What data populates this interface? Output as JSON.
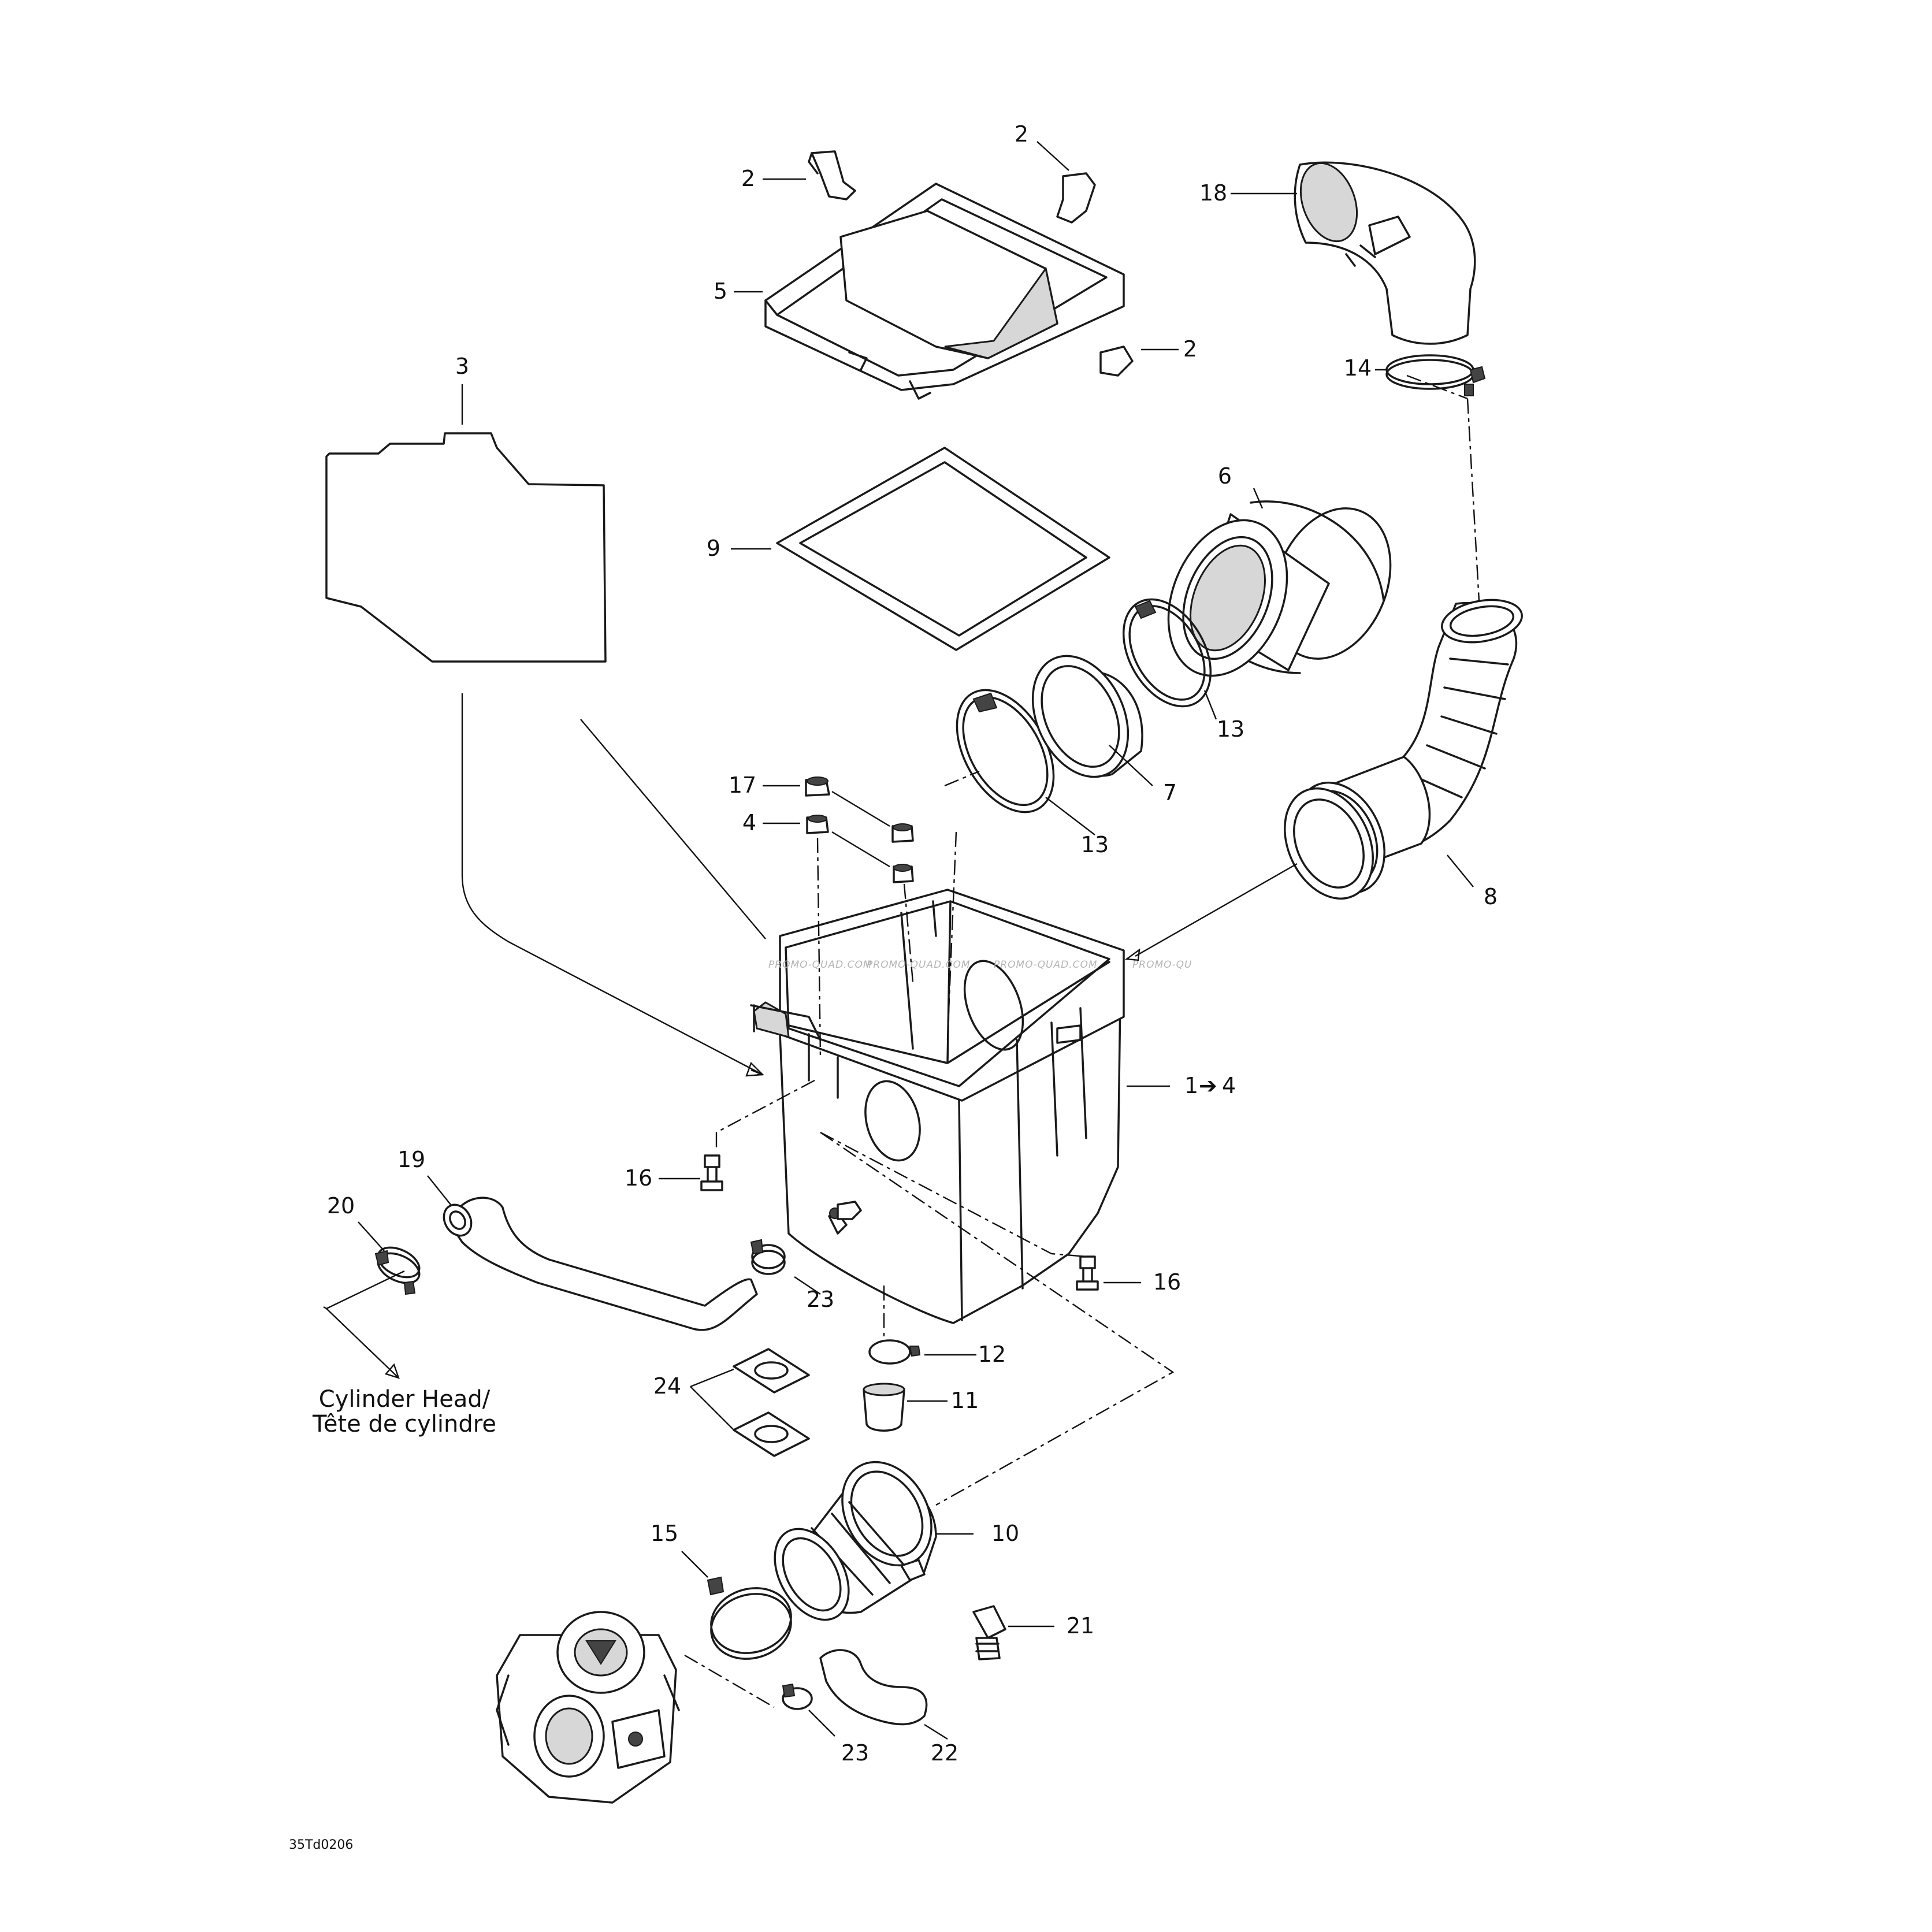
{
  "diagram": {
    "labels": {
      "p1": "1",
      "p1_arrow": "➔",
      "p1_end": "4",
      "p2": "2",
      "p3": "3",
      "p4": "4",
      "p5": "5",
      "p6": "6",
      "p7": "7",
      "p8": "8",
      "p9": "9",
      "p10": "10",
      "p11": "11",
      "p12": "12",
      "p13": "13",
      "p14": "14",
      "p15": "15",
      "p16": "16",
      "p17": "17",
      "p18": "18",
      "p19": "19",
      "p20": "20",
      "p21": "21",
      "p22": "22",
      "p23": "23",
      "p24": "24"
    },
    "destination": {
      "line1": "Cylinder Head/",
      "line2": "Tête de cylindre"
    },
    "drawing_code": "35Td0206",
    "watermark": "PROMO-QUAD.COM",
    "watermark_partial": "PROMO-QU"
  }
}
